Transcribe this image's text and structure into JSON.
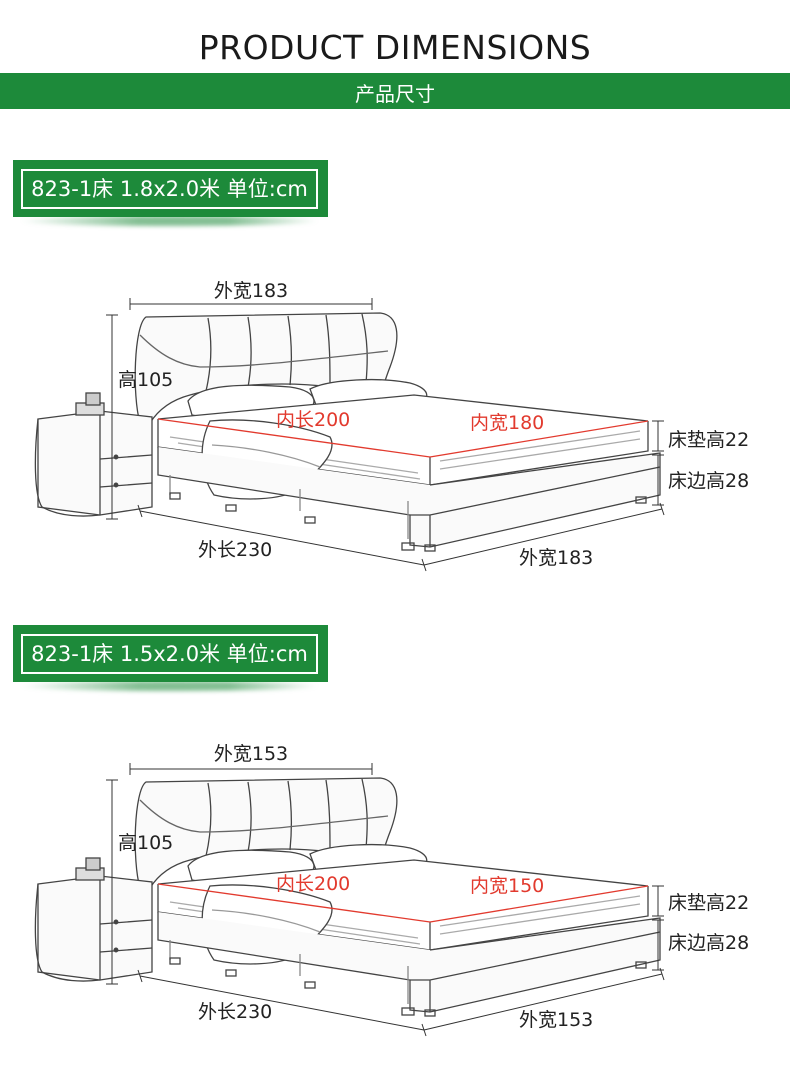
{
  "header": {
    "title": "PRODUCT DIMENSIONS",
    "subtitle": "产品尺寸",
    "accent_color": "#1d8a3a"
  },
  "sections": [
    {
      "tag": "823-1床 1.8x2.0米 单位:cm",
      "outer_width_top": "外宽183",
      "height": "高105",
      "inner_length": "内长200",
      "inner_width": "内宽180",
      "mattress_height": "床垫高22",
      "frame_height": "床边高28",
      "outer_length": "外长230",
      "outer_width_side": "外宽183"
    },
    {
      "tag": "823-1床 1.5x2.0米 单位:cm",
      "outer_width_top": "外宽153",
      "height": "高105",
      "inner_length": "内长200",
      "inner_width": "内宽150",
      "mattress_height": "床垫高22",
      "frame_height": "床边高28",
      "outer_length": "外长230",
      "outer_width_side": "外宽153"
    }
  ]
}
